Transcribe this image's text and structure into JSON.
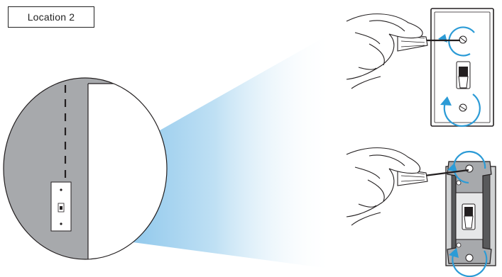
{
  "label": {
    "text": "Location 2"
  },
  "colors": {
    "wall_gray": "#a7a9ac",
    "beam_light": "#e8f4fb",
    "beam_dark": "#6fb7e6",
    "arrow_blue": "#2c9bd6",
    "line": "#231f20"
  },
  "icons": [
    "wall-magnifier",
    "light-switch-plate",
    "screwdriver-hand",
    "counterclockwise-arrow-icon",
    "switch-mechanism"
  ]
}
